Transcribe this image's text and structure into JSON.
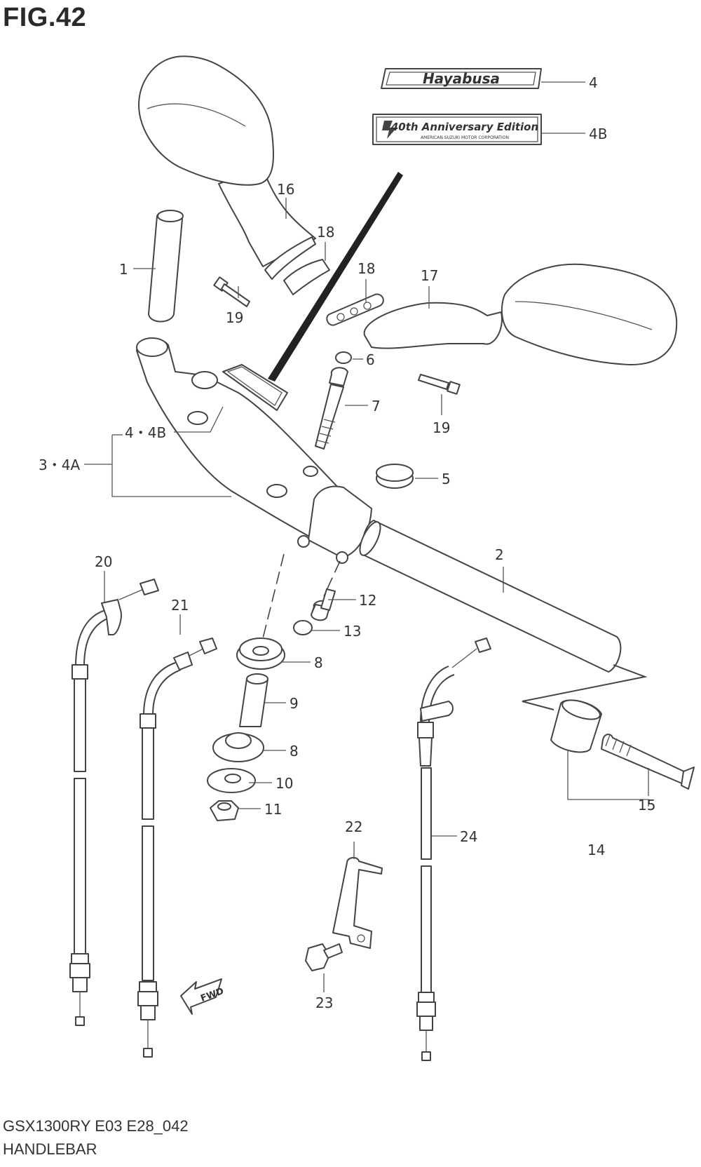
{
  "figure": {
    "title": "FIG.42",
    "model_code": "GSX1300RY E03 E28_042",
    "name": "HANDLEBAR"
  },
  "emblems": {
    "hayabusa": "Hayabusa",
    "anniversary": "40th Anniversary Edition",
    "anniversary_sub": "AMERICAN SUZUKI MOTOR CORPORATION"
  },
  "fwd_arrow": "FWD",
  "callouts": [
    {
      "id": "c-4",
      "label": "4"
    },
    {
      "id": "c-4b",
      "label": "4B"
    },
    {
      "id": "c-16",
      "label": "16"
    },
    {
      "id": "c-18a",
      "label": "18"
    },
    {
      "id": "c-1",
      "label": "1"
    },
    {
      "id": "c-19a",
      "label": "19"
    },
    {
      "id": "c-18b",
      "label": "18"
    },
    {
      "id": "c-17",
      "label": "17"
    },
    {
      "id": "c-6",
      "label": "6"
    },
    {
      "id": "c-7",
      "label": "7"
    },
    {
      "id": "c-19b",
      "label": "19"
    },
    {
      "id": "c-4-4b",
      "label": "4・4B"
    },
    {
      "id": "c-3-4a",
      "label": "3・4A"
    },
    {
      "id": "c-5",
      "label": "5"
    },
    {
      "id": "c-2",
      "label": "2"
    },
    {
      "id": "c-20",
      "label": "20"
    },
    {
      "id": "c-21",
      "label": "21"
    },
    {
      "id": "c-12",
      "label": "12"
    },
    {
      "id": "c-13",
      "label": "13"
    },
    {
      "id": "c-8a",
      "label": "8"
    },
    {
      "id": "c-9",
      "label": "9"
    },
    {
      "id": "c-8b",
      "label": "8"
    },
    {
      "id": "c-10",
      "label": "10"
    },
    {
      "id": "c-11",
      "label": "11"
    },
    {
      "id": "c-15",
      "label": "15"
    },
    {
      "id": "c-14",
      "label": "14"
    },
    {
      "id": "c-22",
      "label": "22"
    },
    {
      "id": "c-24",
      "label": "24"
    },
    {
      "id": "c-23",
      "label": "23"
    }
  ]
}
